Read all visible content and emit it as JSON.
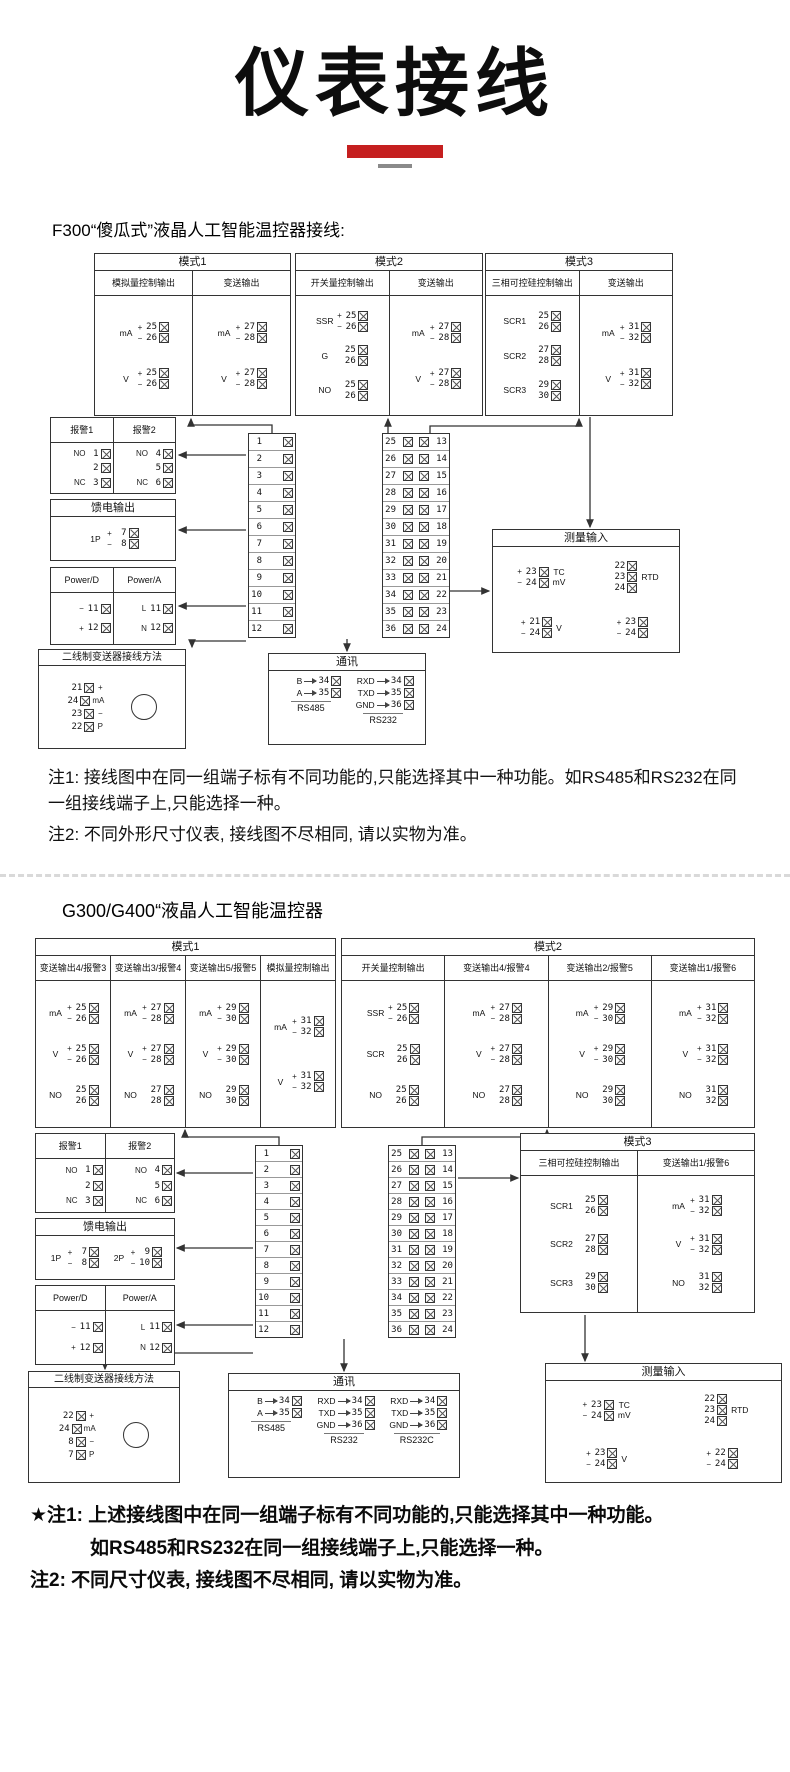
{
  "page": {
    "title": "仪表接线",
    "accent_color": "#c51f1f"
  },
  "f300": {
    "heading": "F300“傻瓜式”液晶人工智能温控器接线:",
    "modes": [
      {
        "title": "模式1",
        "columns": [
          {
            "header": "模拟量控制输出",
            "rows": [
              {
                "label": "mA",
                "pair": [
                  "25",
                  "26"
                ]
              },
              {
                "label": "V",
                "pair": [
                  "25",
                  "26"
                ]
              }
            ]
          },
          {
            "header": "变送输出",
            "rows": [
              {
                "label": "mA",
                "pair": [
                  "27",
                  "28"
                ]
              },
              {
                "label": "V",
                "pair": [
                  "27",
                  "28"
                ]
              }
            ]
          }
        ]
      },
      {
        "title": "模式2",
        "columns": [
          {
            "header": "开关量控制输出",
            "rows": [
              {
                "label": "SSR",
                "pair": [
                  "25",
                  "26"
                ]
              },
              {
                "label": "G",
                "pair": [
                  "25",
                  "26"
                ]
              },
              {
                "label": "NO",
                "pair": [
                  "25",
                  "26"
                ]
              }
            ]
          },
          {
            "header": "变送输出",
            "rows": [
              {
                "label": "mA",
                "pair": [
                  "27",
                  "28"
                ]
              },
              {
                "label": "V",
                "pair": [
                  "27",
                  "28"
                ]
              }
            ]
          }
        ]
      },
      {
        "title": "模式3",
        "columns": [
          {
            "header": "三相可控硅控制输出",
            "rows": [
              {
                "label": "SCR1",
                "pair": [
                  "25",
                  "26"
                ]
              },
              {
                "label": "SCR2",
                "pair": [
                  "27",
                  "28"
                ]
              },
              {
                "label": "SCR3",
                "pair": [
                  "29",
                  "30"
                ]
              }
            ]
          },
          {
            "header": "变送输出",
            "rows": [
              {
                "label": "mA",
                "pair": [
                  "31",
                  "32"
                ]
              },
              {
                "label": "V",
                "pair": [
                  "31",
                  "32"
                ]
              }
            ]
          }
        ]
      }
    ],
    "alarm": {
      "columns": [
        {
          "header": "报警1",
          "lines": [
            {
              "label": "NO",
              "num": "1"
            },
            {
              "label": "",
              "num": "2"
            },
            {
              "label": "NC",
              "num": "3"
            }
          ]
        },
        {
          "header": "报警2",
          "lines": [
            {
              "label": "NO",
              "num": "4"
            },
            {
              "label": "",
              "num": "5"
            },
            {
              "label": "NC",
              "num": "6"
            }
          ]
        }
      ]
    },
    "feed": {
      "title": "馈电输出",
      "groups": [
        {
          "label": "1P",
          "pair": [
            "7",
            "8"
          ]
        }
      ]
    },
    "power": {
      "columns": [
        {
          "header": "Power/D",
          "lines": [
            {
              "label": "−",
              "num": "11"
            },
            {
              "label": "+",
              "num": "12"
            }
          ]
        },
        {
          "header": "Power/A",
          "lines": [
            {
              "label": "L",
              "num": "11"
            },
            {
              "label": "N",
              "num": "12"
            }
          ]
        }
      ]
    },
    "transmitter": {
      "title": "二线制变送器接线方法",
      "lines": [
        {
          "num": "21",
          "label": "+"
        },
        {
          "num": "24",
          "label": "mA"
        },
        {
          "num": "23",
          "label": "−"
        },
        {
          "num": "22",
          "label": "P"
        }
      ]
    },
    "strip_left": [
      "1",
      "2",
      "3",
      "4",
      "5",
      "6",
      "7",
      "8",
      "9",
      "10",
      "11",
      "12"
    ],
    "strip_right": {
      "left": [
        "25",
        "26",
        "27",
        "28",
        "29",
        "30",
        "31",
        "32",
        "33",
        "34",
        "35",
        "36"
      ],
      "right": [
        "13",
        "14",
        "15",
        "16",
        "17",
        "18",
        "19",
        "20",
        "21",
        "22",
        "23",
        "24"
      ]
    },
    "comm": {
      "title": "通讯",
      "groups": [
        {
          "caption": "RS485",
          "lines": [
            {
              "label": "B",
              "num": "34"
            },
            {
              "label": "A",
              "num": "35"
            }
          ]
        },
        {
          "caption": "RS232",
          "lines": [
            {
              "label": "RXD",
              "num": "34"
            },
            {
              "label": "TXD",
              "num": "35"
            },
            {
              "label": "GND",
              "num": "36"
            }
          ]
        }
      ]
    },
    "measure": {
      "title": "测量输入",
      "groups": [
        {
          "caption": "TC\nmV",
          "lines": [
            {
              "label": "+",
              "num": "23"
            },
            {
              "label": "−",
              "num": "24"
            }
          ]
        },
        {
          "caption": "RTD",
          "lines": [
            {
              "label": "",
              "num": "22"
            },
            {
              "label": "",
              "num": "23"
            },
            {
              "label": "",
              "num": "24"
            }
          ]
        },
        {
          "caption": "V",
          "lines": [
            {
              "label": "+",
              "num": "21"
            },
            {
              "label": "−",
              "num": "24"
            }
          ]
        },
        {
          "caption": "",
          "lines": [
            {
              "label": "+",
              "num": "23"
            },
            {
              "label": "−",
              "num": "24"
            }
          ]
        }
      ]
    },
    "notes": [
      "注1: 接线图中在同一组端子标有不同功能的,只能选择其中一种功能。如RS485和RS232在同一组接线端子上,只能选择一种。",
      "注2: 不同外形尺寸仪表, 接线图不尽相同, 请以实物为准。"
    ]
  },
  "g300": {
    "heading": "G300/G400“液晶人工智能温控器",
    "modes": [
      {
        "title": "模式1",
        "columns": [
          {
            "header": "变送输出4/报警3",
            "rows": [
              {
                "label": "mA",
                "pair": [
                  "25",
                  "26"
                ]
              },
              {
                "label": "V",
                "pair": [
                  "25",
                  "26"
                ]
              },
              {
                "label": "NO",
                "pair": [
                  "25",
                  "26"
                ]
              }
            ]
          },
          {
            "header": "变送输出3/报警4",
            "rows": [
              {
                "label": "mA",
                "pair": [
                  "27",
                  "28"
                ]
              },
              {
                "label": "V",
                "pair": [
                  "27",
                  "28"
                ]
              },
              {
                "label": "NO",
                "pair": [
                  "27",
                  "28"
                ]
              }
            ]
          },
          {
            "header": "变送输出5/报警5",
            "rows": [
              {
                "label": "mA",
                "pair": [
                  "29",
                  "30"
                ]
              },
              {
                "label": "V",
                "pair": [
                  "29",
                  "30"
                ]
              },
              {
                "label": "NO",
                "pair": [
                  "29",
                  "30"
                ]
              }
            ]
          },
          {
            "header": "模拟量控制输出",
            "rows": [
              {
                "label": "mA",
                "pair": [
                  "31",
                  "32"
                ]
              },
              {
                "label": "V",
                "pair": [
                  "31",
                  "32"
                ]
              }
            ]
          }
        ]
      },
      {
        "title": "模式2",
        "columns": [
          {
            "header": "开关量控制输出",
            "rows": [
              {
                "label": "SSR",
                "pair": [
                  "25",
                  "26"
                ]
              },
              {
                "label": "SCR",
                "pair": [
                  "25",
                  "26"
                ]
              },
              {
                "label": "NO",
                "pair": [
                  "25",
                  "26"
                ]
              }
            ]
          },
          {
            "header": "变送输出4/报警4",
            "rows": [
              {
                "label": "mA",
                "pair": [
                  "27",
                  "28"
                ]
              },
              {
                "label": "V",
                "pair": [
                  "27",
                  "28"
                ]
              },
              {
                "label": "NO",
                "pair": [
                  "27",
                  "28"
                ]
              }
            ]
          },
          {
            "header": "变送输出2/报警5",
            "rows": [
              {
                "label": "mA",
                "pair": [
                  "29",
                  "30"
                ]
              },
              {
                "label": "V",
                "pair": [
                  "29",
                  "30"
                ]
              },
              {
                "label": "NO",
                "pair": [
                  "29",
                  "30"
                ]
              }
            ]
          },
          {
            "header": "变送输出1/报警6",
            "rows": [
              {
                "label": "mA",
                "pair": [
                  "31",
                  "32"
                ]
              },
              {
                "label": "V",
                "pair": [
                  "31",
                  "32"
                ]
              },
              {
                "label": "NO",
                "pair": [
                  "31",
                  "32"
                ]
              }
            ]
          }
        ]
      },
      {
        "title": "模式3",
        "columns": [
          {
            "header": "三相可控硅控制输出",
            "rows": [
              {
                "label": "SCR1",
                "pair": [
                  "25",
                  "26"
                ]
              },
              {
                "label": "SCR2",
                "pair": [
                  "27",
                  "28"
                ]
              },
              {
                "label": "SCR3",
                "pair": [
                  "29",
                  "30"
                ]
              }
            ]
          },
          {
            "header": "变送输出1/报警6",
            "rows": [
              {
                "label": "mA",
                "pair": [
                  "31",
                  "32"
                ]
              },
              {
                "label": "V",
                "pair": [
                  "31",
                  "32"
                ]
              },
              {
                "label": "NO",
                "pair": [
                  "31",
                  "32"
                ]
              }
            ]
          }
        ]
      }
    ],
    "alarm": {
      "columns": [
        {
          "header": "报警1",
          "lines": [
            {
              "label": "NO",
              "num": "1"
            },
            {
              "label": "",
              "num": "2"
            },
            {
              "label": "NC",
              "num": "3"
            }
          ]
        },
        {
          "header": "报警2",
          "lines": [
            {
              "label": "NO",
              "num": "4"
            },
            {
              "label": "",
              "num": "5"
            },
            {
              "label": "NC",
              "num": "6"
            }
          ]
        }
      ]
    },
    "feed": {
      "title": "馈电输出",
      "groups": [
        {
          "label": "1P",
          "pair": [
            "7",
            "8"
          ]
        },
        {
          "label": "2P",
          "pair": [
            "9",
            "10"
          ]
        }
      ]
    },
    "power": {
      "columns": [
        {
          "header": "Power/D",
          "lines": [
            {
              "label": "−",
              "num": "11"
            },
            {
              "label": "+",
              "num": "12"
            }
          ]
        },
        {
          "header": "Power/A",
          "lines": [
            {
              "label": "L",
              "num": "11"
            },
            {
              "label": "N",
              "num": "12"
            }
          ]
        }
      ]
    },
    "transmitter": {
      "title": "二线制变送器接线方法",
      "lines": [
        {
          "num": "22",
          "label": "+"
        },
        {
          "num": "24",
          "label": "mA"
        },
        {
          "num": "8",
          "label": "−"
        },
        {
          "num": "7",
          "label": "P"
        }
      ]
    },
    "strip_left": [
      "1",
      "2",
      "3",
      "4",
      "5",
      "6",
      "7",
      "8",
      "9",
      "10",
      "11",
      "12"
    ],
    "strip_right": {
      "left": [
        "25",
        "26",
        "27",
        "28",
        "29",
        "30",
        "31",
        "32",
        "33",
        "34",
        "35",
        "36"
      ],
      "right": [
        "13",
        "14",
        "15",
        "16",
        "17",
        "18",
        "19",
        "20",
        "21",
        "22",
        "23",
        "24"
      ]
    },
    "comm": {
      "title": "通讯",
      "groups": [
        {
          "caption": "RS485",
          "lines": [
            {
              "label": "B",
              "num": "34"
            },
            {
              "label": "A",
              "num": "35"
            }
          ]
        },
        {
          "caption": "RS232",
          "lines": [
            {
              "label": "RXD",
              "num": "34"
            },
            {
              "label": "TXD",
              "num": "35"
            },
            {
              "label": "GND",
              "num": "36"
            }
          ]
        },
        {
          "caption": "RS232C",
          "lines": [
            {
              "label": "RXD",
              "num": "34"
            },
            {
              "label": "TXD",
              "num": "35"
            },
            {
              "label": "GND",
              "num": "36"
            }
          ]
        }
      ]
    },
    "measure": {
      "title": "测量输入",
      "groups": [
        {
          "caption": "TC\nmV",
          "lines": [
            {
              "label": "+",
              "num": "23"
            },
            {
              "label": "−",
              "num": "24"
            }
          ]
        },
        {
          "caption": "RTD",
          "lines": [
            {
              "label": "",
              "num": "22"
            },
            {
              "label": "",
              "num": "23"
            },
            {
              "label": "",
              "num": "24"
            }
          ]
        },
        {
          "caption": "V",
          "lines": [
            {
              "label": "+",
              "num": "23"
            },
            {
              "label": "−",
              "num": "24"
            }
          ]
        },
        {
          "caption": "",
          "lines": [
            {
              "label": "+",
              "num": "22"
            },
            {
              "label": "−",
              "num": "24"
            }
          ]
        }
      ]
    },
    "notes": [
      "★注1: 上述接线图中在同一组端子标有不同功能的,只能选择其中一种功能。",
      "如RS485和RS232在同一组接线端子上,只能选择一种。",
      "注2: 不同尺寸仪表, 接线图不尽相同, 请以实物为准。"
    ]
  }
}
